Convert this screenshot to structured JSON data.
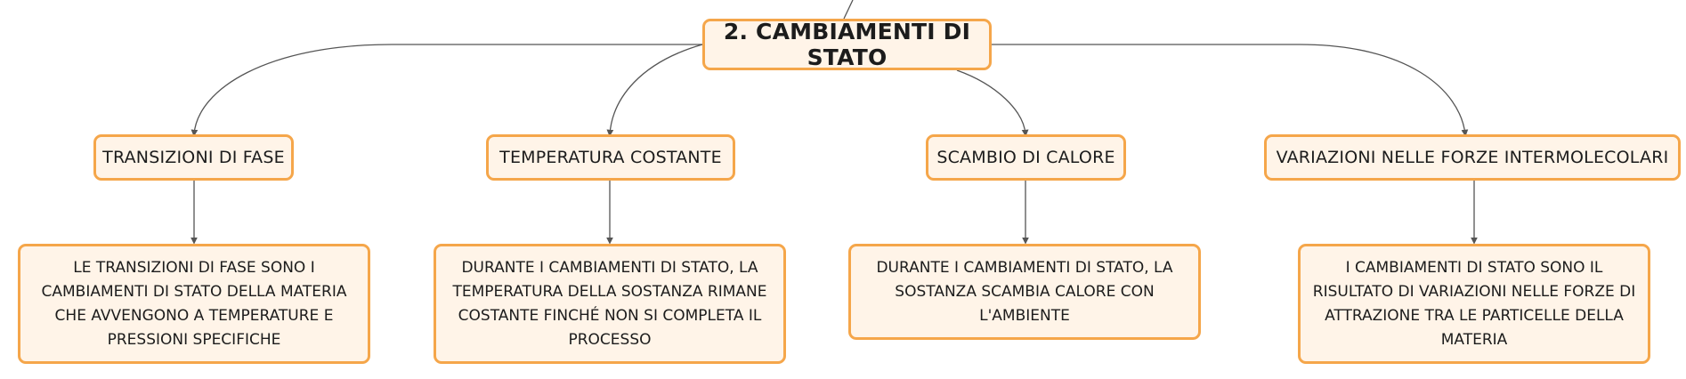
{
  "diagram": {
    "root": {
      "label": "2. CAMBIAMENTI DI STATO"
    },
    "branches": [
      {
        "label": "TRANSIZIONI DI FASE",
        "detail": "LE TRANSIZIONI DI FASE SONO I CAMBIAMENTI DI STATO DELLA MATERIA CHE AVVENGONO A TEMPERATURE E PRESSIONI SPECIFICHE"
      },
      {
        "label": "TEMPERATURA COSTANTE",
        "detail": "DURANTE I CAMBIAMENTI DI STATO, LA TEMPERATURA DELLA SOSTANZA RIMANE COSTANTE FINCHÉ NON SI COMPLETA IL PROCESSO"
      },
      {
        "label": "SCAMBIO DI CALORE",
        "detail": "DURANTE I CAMBIAMENTI DI STATO, LA SOSTANZA SCAMBIA CALORE CON L'AMBIENTE"
      },
      {
        "label": "VARIAZIONI NELLE FORZE INTERMOLECOLARI",
        "detail": "I CAMBIAMENTI DI STATO SONO IL RISULTATO DI VARIAZIONI NELLE FORZE DI ATTRAZIONE TRA LE PARTICELLE DELLA MATERIA"
      }
    ],
    "colors": {
      "node_border": "#f5a64a",
      "node_fill": "#fff4e8",
      "connector": "#555555",
      "text": "#1c1c1c"
    }
  }
}
